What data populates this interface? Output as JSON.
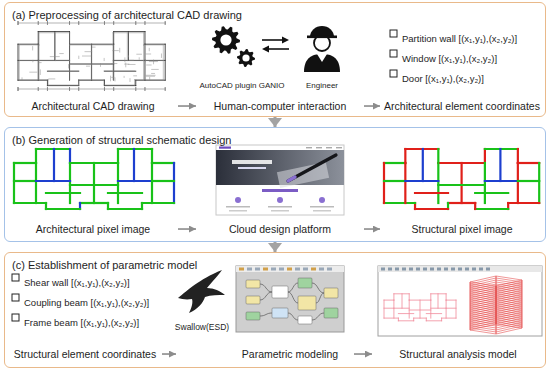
{
  "diagram": {
    "nodes": [
      {
        "text": [
          "(a) Preprocessing of architectural CAD drawing"
        ]
      },
      {
        "text": [
          "Architectural CAD drawing"
        ],
        "in": 0
      },
      {
        "text": [
          "AutoCAD plugin GANIO",
          "Engineer",
          "Human-computer interaction"
        ],
        "in": 0
      },
      {
        "text": [
          "Partition wall [(x₁,y₁),(x₂,y₂)]",
          "Window [(x₁,y₁),(x₂,y₂)]",
          "Door [(x₁,y₁),(x₂,y₂)]",
          "Architectural element coordinates"
        ],
        "in": 0
      },
      {
        "text": [
          "(b) Generation of structural schematic design"
        ]
      },
      {
        "text": [
          "Architectural pixel image"
        ],
        "in": 4
      },
      {
        "text": [
          "Cloud design platform"
        ],
        "in": 4
      },
      {
        "text": [
          "Structural pixel image"
        ],
        "in": 4
      },
      {
        "text": [
          "(c) Establishment of parametric model"
        ]
      },
      {
        "text": [
          "Shear wall [(x₁,y₁),(x₂,y₂)]",
          "Coupling beam [(x₁,y₁),(x₂,y₂)]",
          "Frame beam [(x₁,y₁),(x₂,y₂)]",
          "Structural element coordinates"
        ],
        "in": 8
      },
      {
        "text": [
          "Swallow(ESD)",
          "Parametric modeling"
        ],
        "in": 8
      },
      {
        "text": [
          "Structural analysis model"
        ],
        "in": 8
      }
    ],
    "edges": [
      {
        "from": 0,
        "to": 4,
        "arrow": "to"
      },
      {
        "from": 4,
        "to": 8,
        "arrow": "to"
      },
      {
        "from": 1,
        "to": 2,
        "arrow": "to"
      },
      {
        "from": 2,
        "to": 3,
        "arrow": "to"
      },
      {
        "from": 5,
        "to": 6,
        "arrow": "to"
      },
      {
        "from": 6,
        "to": 7,
        "arrow": "to"
      },
      {
        "from": 9,
        "to": 10,
        "arrow": "to"
      },
      {
        "from": 10,
        "to": 11,
        "arrow": "to"
      }
    ]
  }
}
